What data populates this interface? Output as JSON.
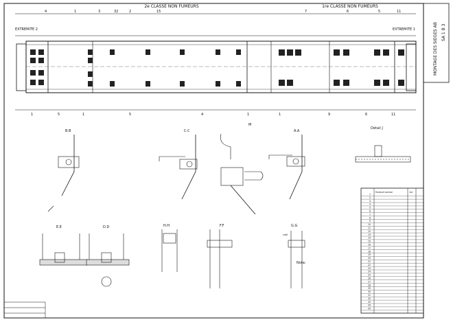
{
  "header": {
    "class2_label": "2e CLASSE NON FUMEURS",
    "class1_label": "1re CLASSE NON FUMEURS",
    "end2_label": "EXTREMITE 2",
    "end1_label": "EXTREMITE 1",
    "top_callouts": [
      "4",
      "1",
      "3",
      "32",
      "2",
      "15",
      "7",
      "6",
      "5",
      "11"
    ],
    "bottom_callouts": [
      "1",
      "5",
      "1",
      "5",
      "4",
      "1",
      "1",
      "9",
      "6",
      "11"
    ]
  },
  "title_block": {
    "title": "MONTAGE DES SIEGES AB",
    "code": "SA 1 B 3"
  },
  "sections": {
    "bb": "B.B",
    "cc": "C.C",
    "m": "M",
    "aa": "A.A",
    "detail_j": "Détail J",
    "ee": "E.E",
    "dd": "D.D",
    "hh": "H.H",
    "ff": "F.F",
    "gg": "G.G"
  },
  "notes": {
    "nota": "Nota:",
    "cote": "coté"
  },
  "parts_list": {
    "header_left": "Fauteuil normal",
    "header_right": "1re",
    "rows": [
      "1",
      "2",
      "3",
      "4",
      "5",
      "6",
      "7",
      "8",
      "9",
      "10",
      "11",
      "12",
      "13",
      "14",
      "15",
      "16",
      "17",
      "18",
      "19",
      "20",
      "21",
      "22",
      "23",
      "24",
      "25",
      "26",
      "27",
      "28",
      "29",
      "30",
      "31",
      "32",
      "33",
      "34",
      "35"
    ]
  },
  "colors": {
    "ink": "#111111",
    "paper": "#ffffff"
  }
}
